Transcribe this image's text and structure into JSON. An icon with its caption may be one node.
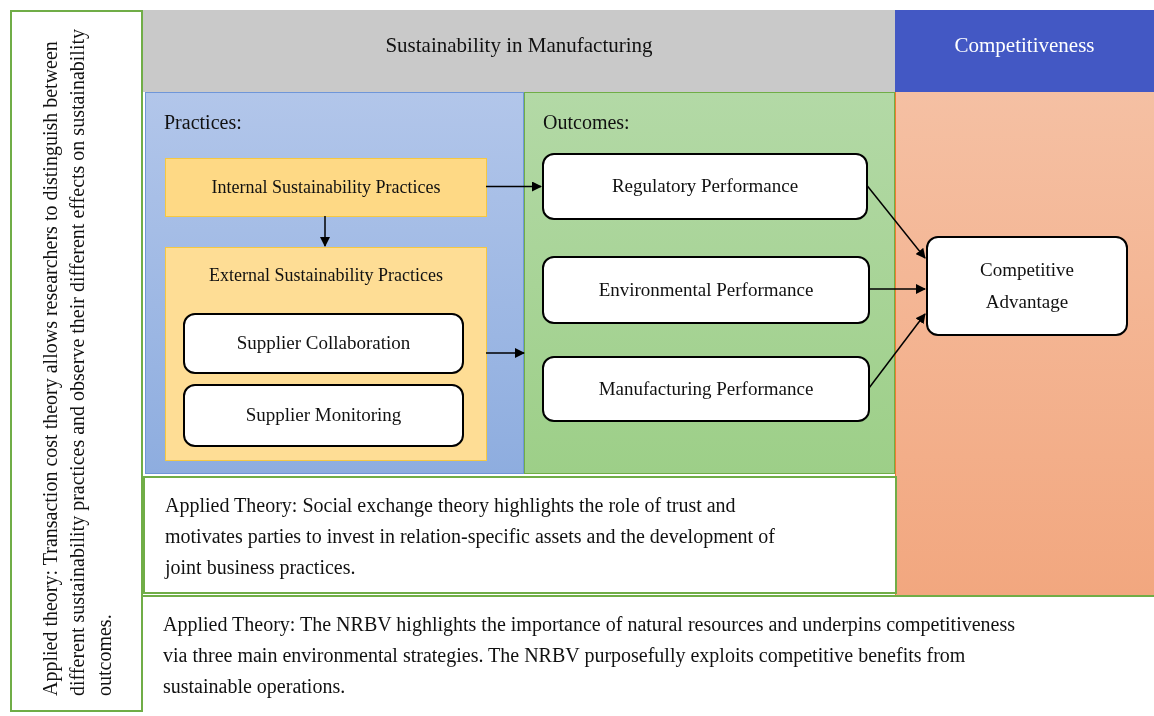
{
  "diagram": {
    "nodes": [
      {
        "text": [
          "Applied theory: Transaction cost theory allows researchers to distinguish between different sustainability practices and observe their different effects on sustainability outcomes."
        ]
      },
      {
        "text": [
          "Sustainability in Manufacturing"
        ]
      },
      {
        "text": [
          "Competitiveness"
        ]
      },
      {
        "text": [
          "Practices:"
        ]
      },
      {
        "text": [
          "Internal Sustainability Practices"
        ],
        "in": 3
      },
      {
        "text": [
          "External Sustainability Practices"
        ],
        "in": 3
      },
      {
        "text": [
          "Supplier Collaboration"
        ],
        "in": 5
      },
      {
        "text": [
          "Supplier Monitoring"
        ],
        "in": 5
      },
      {
        "text": [
          "Outcomes:"
        ]
      },
      {
        "text": [
          "Regulatory Performance"
        ],
        "in": 8
      },
      {
        "text": [
          "Environmental Performance"
        ],
        "in": 8
      },
      {
        "text": [
          "Manufacturing Performance"
        ],
        "in": 8
      },
      {
        "text": [],
        "shape": "box"
      },
      {
        "text": [
          "Competitive Advantage"
        ],
        "in": 12
      },
      {
        "text": [
          "Applied Theory: Social exchange theory highlights the role of trust and motivates parties to invest in relation-specific assets and the development of joint business practices."
        ]
      },
      {
        "text": [
          "Applied Theory: The NRBV highlights the importance of natural resources and underpins competitiveness via three main environmental strategies. The NRBV purposefully exploits competitive benefits from sustainable operations."
        ]
      }
    ],
    "edges": [
      {
        "from": 4,
        "to": 9,
        "arrow": "to"
      },
      {
        "from": 4,
        "to": 5,
        "arrow": "to"
      },
      {
        "from": 5,
        "to": 8,
        "arrow": "to"
      },
      {
        "from": 9,
        "to": 13,
        "arrow": "to"
      },
      {
        "from": 10,
        "to": 13,
        "arrow": "to"
      },
      {
        "from": 11,
        "to": 13,
        "arrow": "to"
      }
    ]
  }
}
